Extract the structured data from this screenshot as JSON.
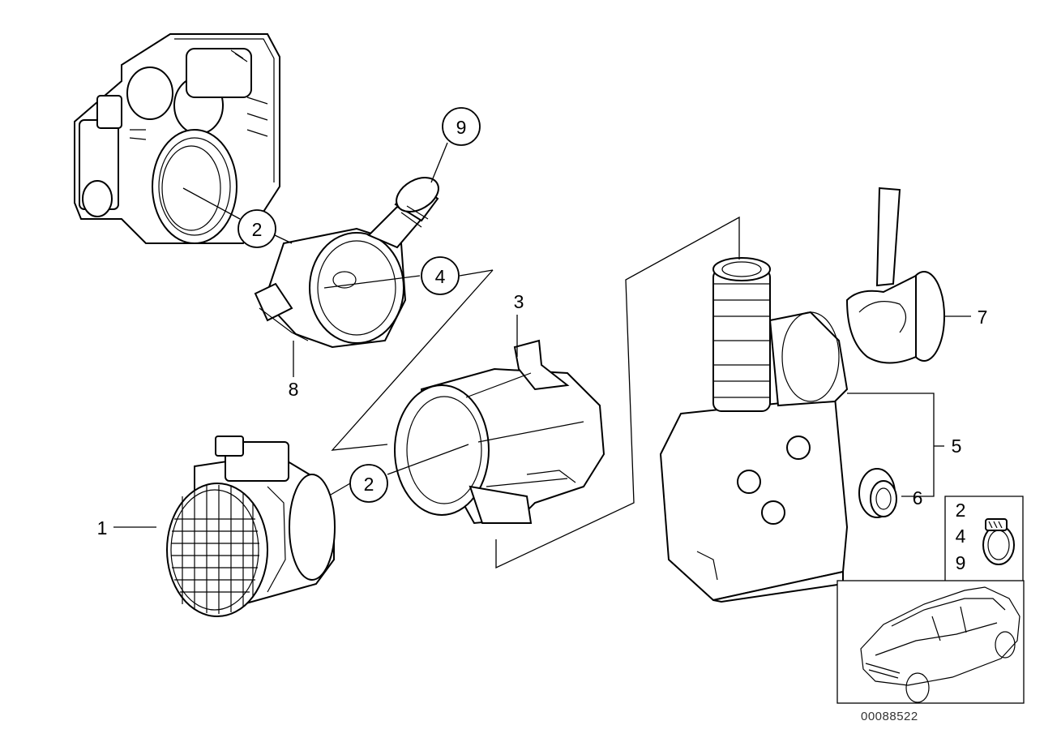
{
  "callouts": [
    {
      "id": "1",
      "text": "1"
    },
    {
      "id": "2a",
      "text": "2"
    },
    {
      "id": "2b",
      "text": "2"
    },
    {
      "id": "3",
      "text": "3"
    },
    {
      "id": "4",
      "text": "4"
    },
    {
      "id": "5",
      "text": "5"
    },
    {
      "id": "6",
      "text": "6"
    },
    {
      "id": "7",
      "text": "7"
    },
    {
      "id": "8",
      "text": "8"
    },
    {
      "id": "9",
      "text": "9"
    }
  ],
  "clamp_box": {
    "items": [
      "2",
      "4",
      "9"
    ]
  },
  "diagram_number": "00088522"
}
